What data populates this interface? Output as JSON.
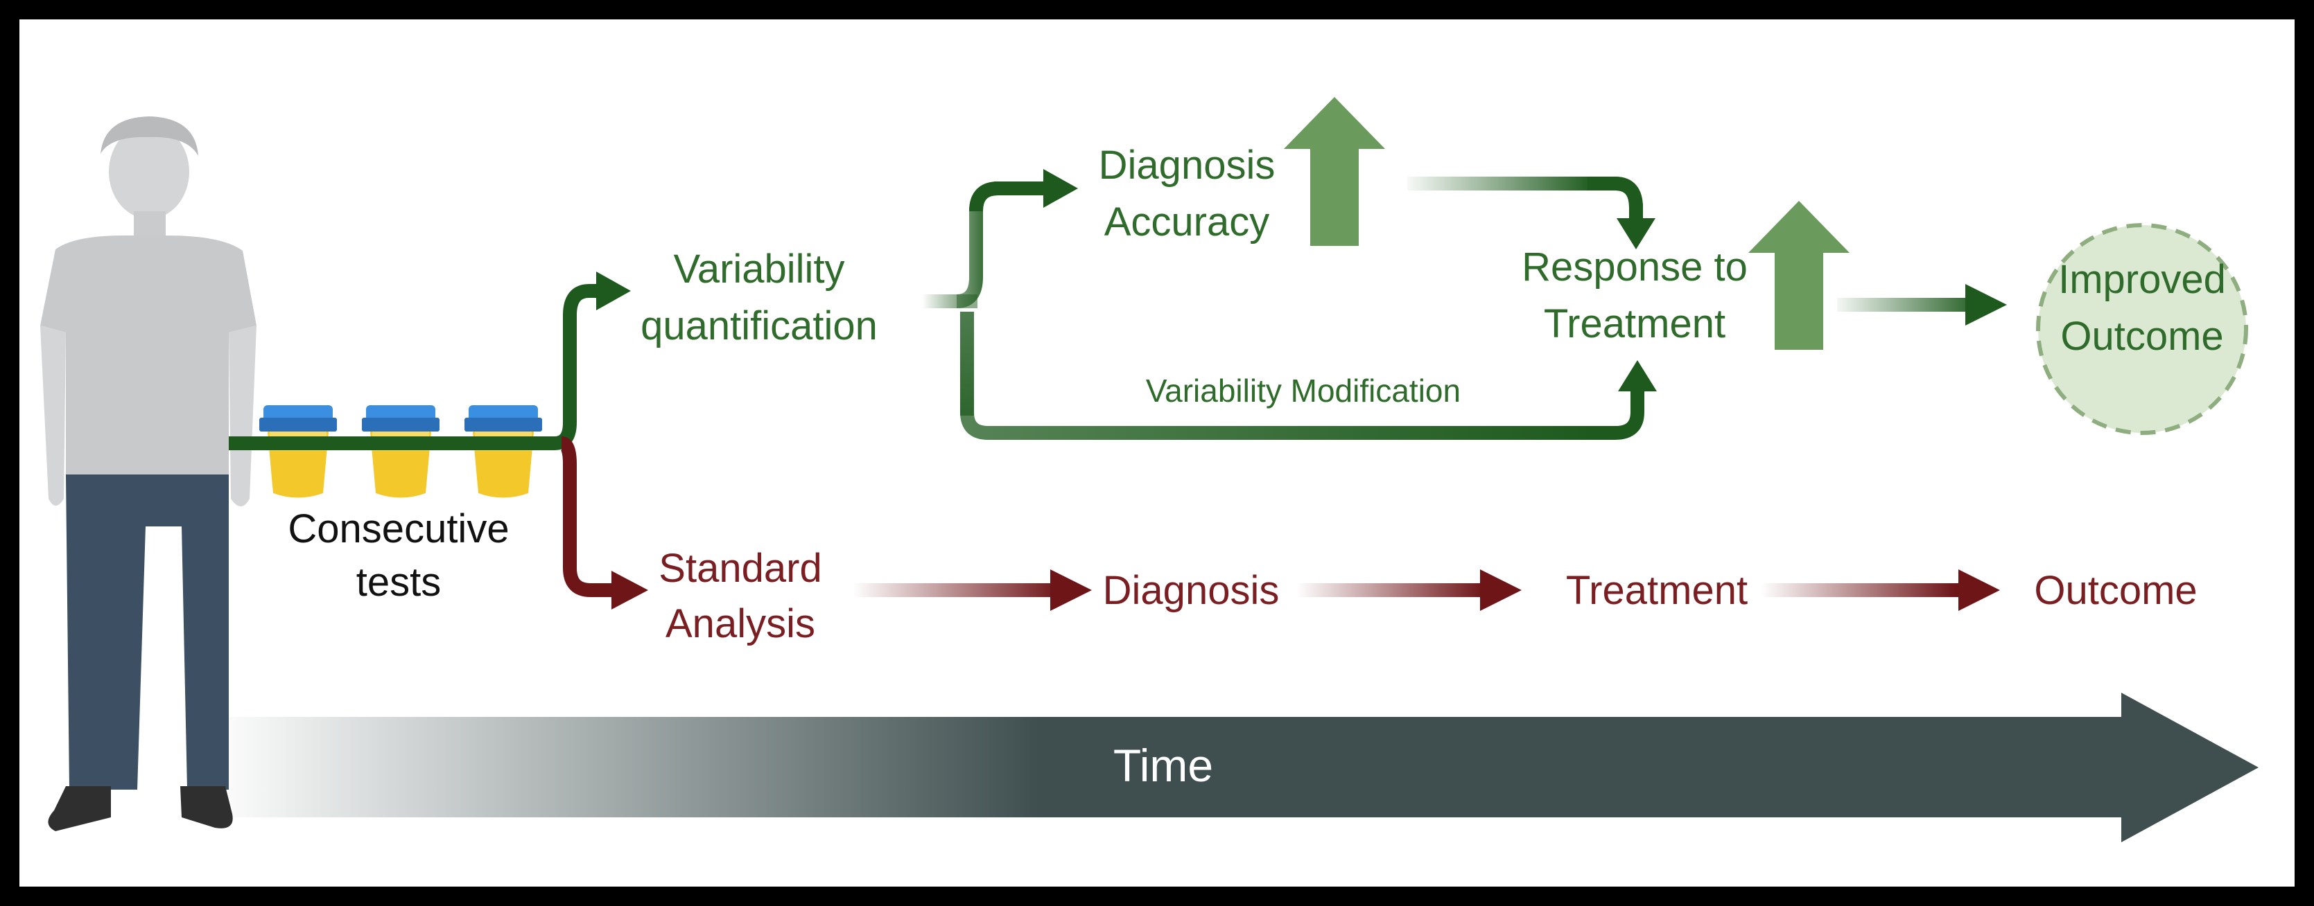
{
  "labels": {
    "consecutive_line1": "Consecutive",
    "consecutive_line2": "tests",
    "variability_line1": "Variability",
    "variability_line2": "quantification",
    "diagnosis_acc_line1": "Diagnosis",
    "diagnosis_acc_line2": "Accuracy",
    "response_line1": "Response to",
    "response_line2": "Treatment",
    "improved_line1": "Improved",
    "improved_line2": "Outcome",
    "variability_mod": "Variability Modification",
    "standard_line1": "Standard",
    "standard_line2": "Analysis",
    "diagnosis": "Diagnosis",
    "treatment": "Treatment",
    "outcome": "Outcome",
    "time": "Time"
  },
  "colors": {
    "green_dark": "#1e5a1e",
    "green_text": "#2f6b2a",
    "green_up_arrow": "#6a9a5c",
    "red_dark": "#6e1518",
    "red_text": "#7a1e22",
    "time_dark": "#3f4f4f",
    "circle_fill": "#dbe8d2",
    "circle_stroke": "#8fae80",
    "cup_yellow": "#f2c82a",
    "cup_lid": "#3a8fe0",
    "person_shirt": "#c7c9cb",
    "person_skin": "#d3d5d7",
    "person_pants": "#3d4f63",
    "person_shoes": "#2f2f2f"
  },
  "icons": [
    "person-icon",
    "urine-sample-cup-icon",
    "up-arrow-icon"
  ]
}
